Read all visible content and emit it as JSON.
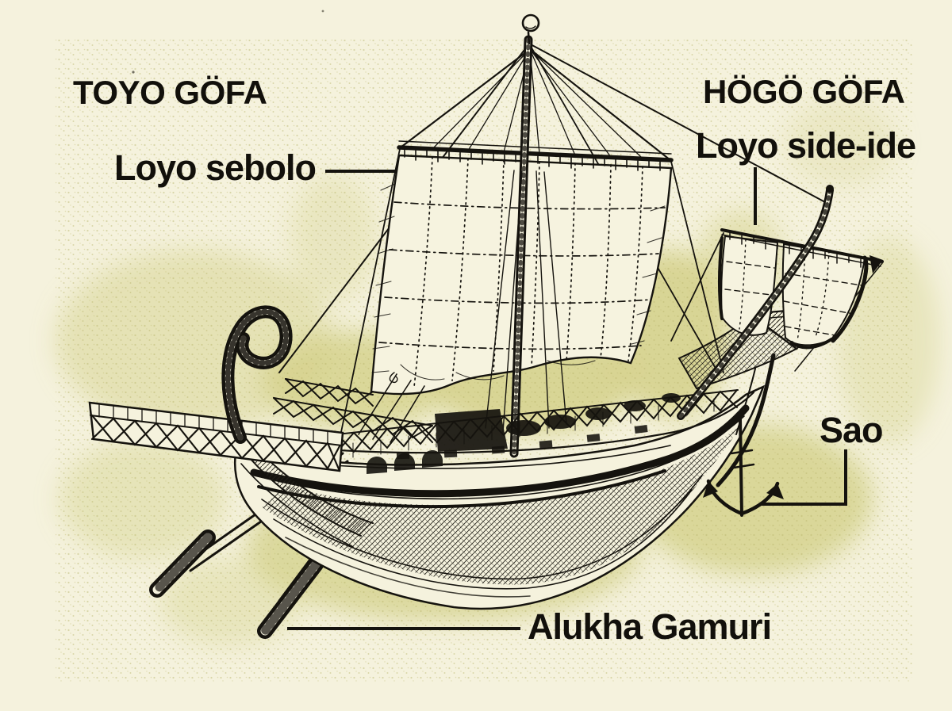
{
  "figure": {
    "type": "labeled-diagram",
    "subject": "ancient sailing ship engraving (side view, swan-neck stern, two masts, anchor at bow)",
    "colors": {
      "background": "#f5f2dd",
      "speckle_olive": "#d5d28d",
      "ink": "#15130e"
    },
    "heading_left": "TOYO GÖFA",
    "heading_right": "HÖGÖ GÖFA",
    "callouts": [
      {
        "id": "mainsail",
        "label": "Loyo sebolo"
      },
      {
        "id": "foresail",
        "label": "Loyo side-ide"
      },
      {
        "id": "anchor",
        "label": "Sao"
      },
      {
        "id": "steering-oar",
        "label": "Alukha Gamuri"
      }
    ]
  }
}
